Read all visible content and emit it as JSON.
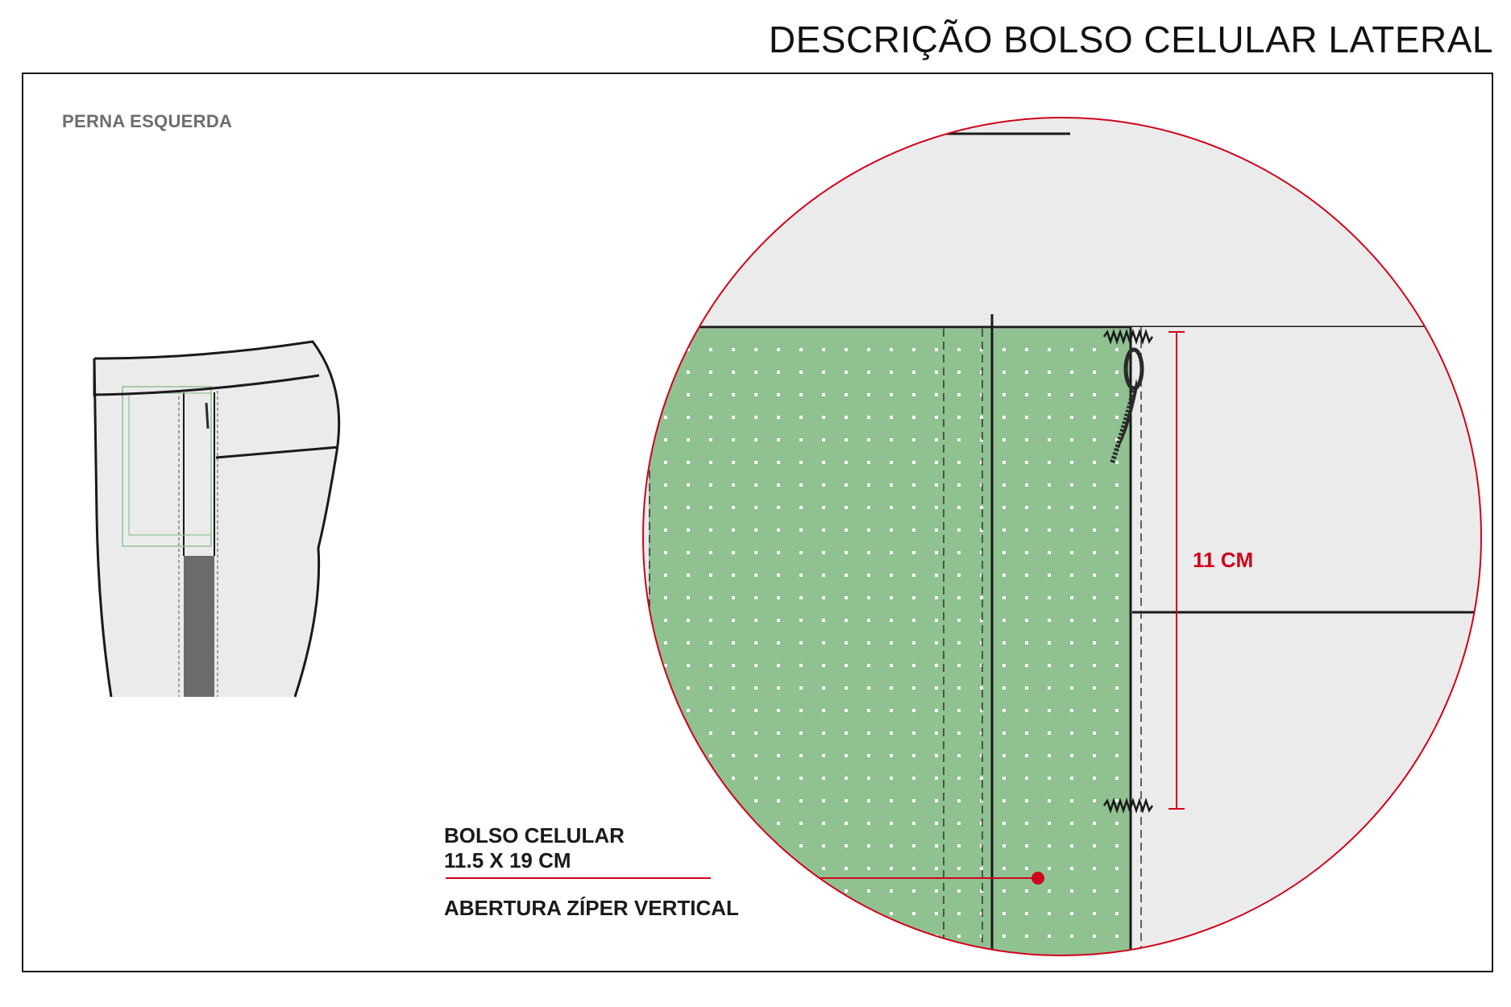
{
  "header": {
    "title": "DESCRIÇÃO BOLSO CELULAR LATERAL"
  },
  "overview": {
    "label": "PERNA ESQUERDA"
  },
  "detail": {
    "dimension": {
      "label": "11 CM"
    },
    "callout": {
      "pocket_name": "BOLSO CELULAR",
      "pocket_size": "11.5 X 19 CM",
      "opening": "ABERTURA ZÍPER VERTICAL"
    }
  },
  "colors": {
    "fabric_light": "#ebebeb",
    "fabric_gray": "#bdbdbd",
    "pocket_green": "#8fc191",
    "side_stripe": "#6b6c69",
    "accent_red": "#d0021b",
    "outline": "#1a1a1a"
  }
}
